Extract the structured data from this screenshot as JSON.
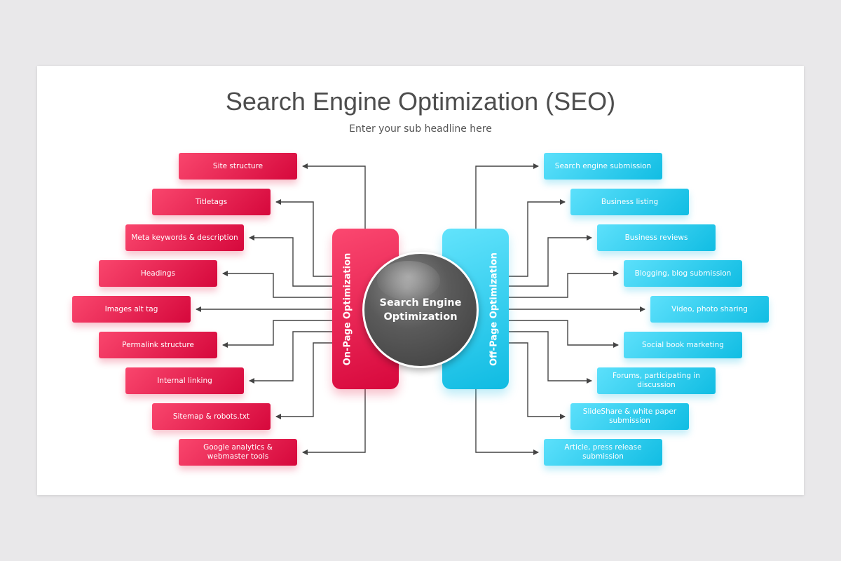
{
  "title": "Search Engine Optimization (SEO)",
  "subtitle": "Enter your sub headline here",
  "center": {
    "label": "Search Engine Optimization"
  },
  "on_page": {
    "label": "On-Page Optimization",
    "color": "#e31c4e",
    "items": [
      "Site structure",
      "Titletags",
      "Meta keywords & description",
      "Headings",
      "Images alt tag",
      "Permalink structure",
      "Internal linking",
      "Sitemap & robots.txt",
      "Google analytics & webmaster tools"
    ]
  },
  "off_page": {
    "label": "Off-Page Optimization",
    "color": "#29c6ea",
    "items": [
      "Search engine submission",
      "Business listing",
      "Business reviews",
      "Blogging, blog submission",
      "Video, photo sharing",
      "Social book marketing",
      "Forums, participating in discussion",
      "SlideShare & white paper submission",
      "Article, press release submission"
    ]
  },
  "connector_color": "#444444"
}
